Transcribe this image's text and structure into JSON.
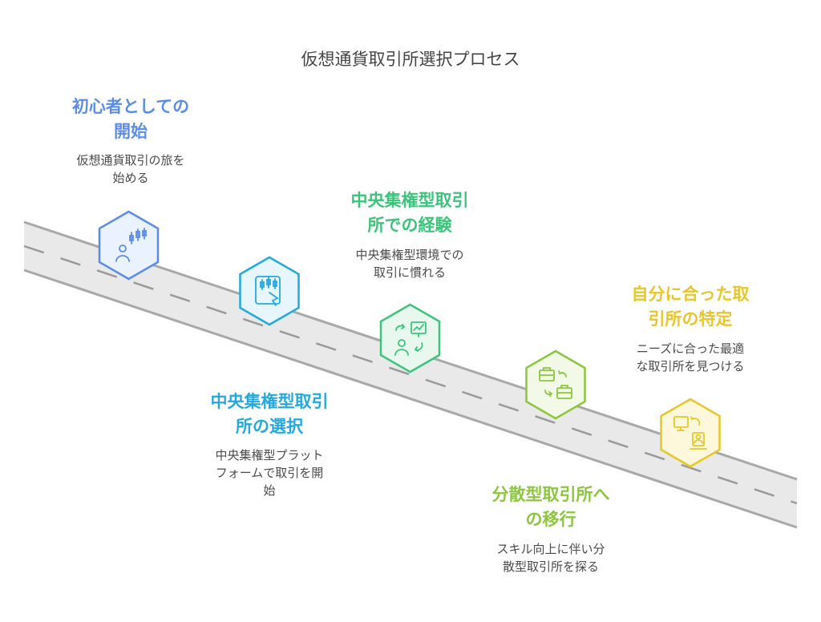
{
  "title": "仮想通貨取引所選択プロセス",
  "steps": [
    {
      "title_line1": "初心者としての",
      "title_line2": "開始",
      "desc_line1": "仮想通貨取引の旅を",
      "desc_line2": "始める",
      "color": "#5b8de6",
      "fill": "#eaf1ff",
      "icon": "user-candlestick-icon"
    },
    {
      "title_line1": "中央集権型取引",
      "title_line2": "所の選択",
      "desc_line1": "中央集権型プラット",
      "desc_line2": "フォームで取引を開",
      "desc_line3": "始",
      "color": "#23a9dc",
      "fill": "#e6f6fc",
      "icon": "chart-selection-icon"
    },
    {
      "title_line1": "中央集権型取引",
      "title_line2": "所での経験",
      "desc_line1": "中央集権型環境での",
      "desc_line2": "取引に慣れる",
      "color": "#3cc47c",
      "fill": "#e8f8ef",
      "icon": "trader-exchange-icon"
    },
    {
      "title_line1": "分散型取引所へ",
      "title_line2": "の移行",
      "desc_line1": "スキル向上に伴い分",
      "desc_line2": "散型取引所を探る",
      "color": "#8cc63f",
      "fill": "#f2f9e6",
      "icon": "briefcase-transfer-icon"
    },
    {
      "title_line1": "自分に合った取",
      "title_line2": "引所の特定",
      "desc_line1": "ニーズに合った最適",
      "desc_line2": "な取引所を見つける",
      "color": "#e8c62a",
      "fill": "#fdf8dc",
      "icon": "computer-user-icon"
    }
  ]
}
